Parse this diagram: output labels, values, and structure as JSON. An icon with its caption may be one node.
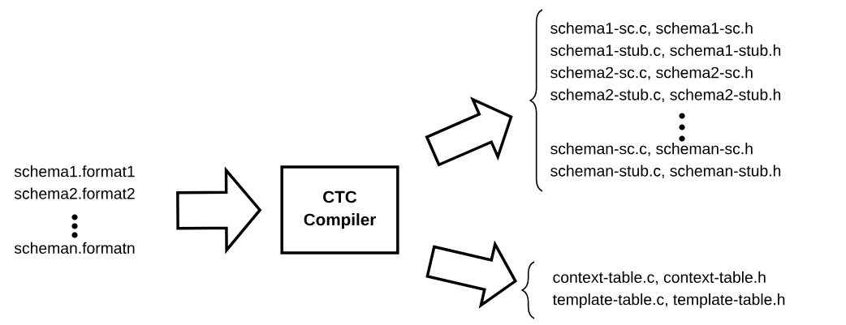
{
  "diagram": {
    "nodes": [
      {
        "text": [
          "schema1.format1",
          "schema2.format2",
          "scheman.formatn"
        ]
      },
      {
        "text": [
          "CTC Compiler"
        ]
      },
      {
        "text": [
          "schema1-sc.c, schema1-sc.h",
          "schema1-stub.c, schema1-stub.h",
          "schema2-sc.c, schema2-sc.h",
          "schema2-stub.c, schema2-stub.h",
          "scheman-sc.c, scheman-sc.h",
          "scheman-stub.c, scheman-stub.h"
        ]
      },
      {
        "text": [
          "context-table.c, context-table.h",
          "template-table.c, template-table.h"
        ]
      }
    ],
    "edges": [
      {
        "from": 0,
        "to": 1,
        "arrow": "to"
      },
      {
        "from": 1,
        "to": 2,
        "arrow": "to"
      },
      {
        "from": 1,
        "to": 3,
        "arrow": "to"
      }
    ]
  }
}
